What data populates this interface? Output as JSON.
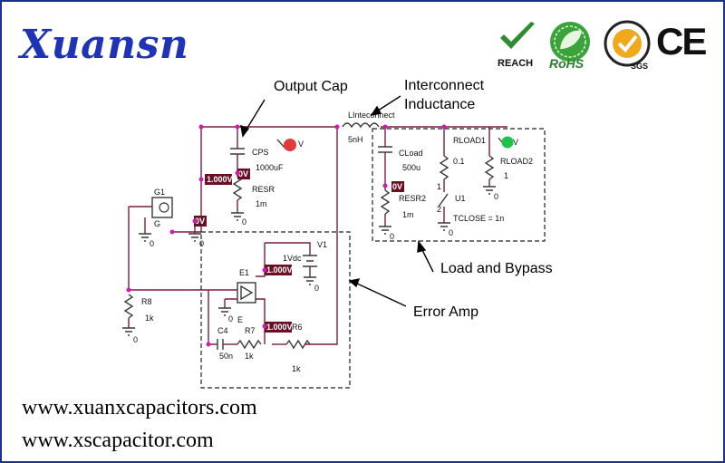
{
  "brand": "Xuansn",
  "urls": [
    "www.xuanxcapacitors.com",
    "www.xscapacitor.com"
  ],
  "certs": {
    "reach": "REACH",
    "rohs": "RoHS",
    "sgs": "SGS",
    "ce": "CE"
  },
  "annotations": {
    "output_cap": "Output Cap",
    "interconnect_1": "Interconnect",
    "interconnect_2": "Inductance",
    "load_bypass": "Load and Bypass",
    "error_amp": "Error Amp"
  },
  "labels": {
    "linterconnect": "LInteconnect",
    "l_value": "5nH",
    "cps": "CPS",
    "cps_value": "1000uF",
    "resr": "RESR",
    "resr_value": "1m",
    "cload": "CLoad",
    "cload_value": "500u",
    "resr2": "RESR2",
    "resr2_value": "1m",
    "rload1": "RLOAD1",
    "rload1_value": "0.1",
    "rload2": "RLOAD2",
    "rload2_value": "1",
    "u1": "U1",
    "tclose": "TCLOSE = 1n",
    "g1": "G1",
    "g": "G",
    "v1": "V1",
    "v1_value": "1Vdc",
    "e1": "E1",
    "e": "E",
    "r8": "R8",
    "r8_value": "1k",
    "c4": "C4",
    "c4_value": "50n",
    "r7": "R7",
    "r7_value": "1k",
    "r6": "R6",
    "r6_value": "1k",
    "ground": "0",
    "probe": "V",
    "switch_pin1": "1",
    "switch_pin2": "2"
  },
  "voltages": {
    "v_left": "1.000V",
    "v_gnode": "0V",
    "v_resr": "0V",
    "v_resr2": "0V",
    "v_v1": "1.000V",
    "v_e1": "1.000V"
  },
  "colors": {
    "brand": "#1f33b6",
    "wire": "#7a1f3a",
    "node": "#d11ab0",
    "voltage_box": "#6b0f24",
    "probe_red": "#e23a3a",
    "probe_green": "#1fc24a"
  }
}
